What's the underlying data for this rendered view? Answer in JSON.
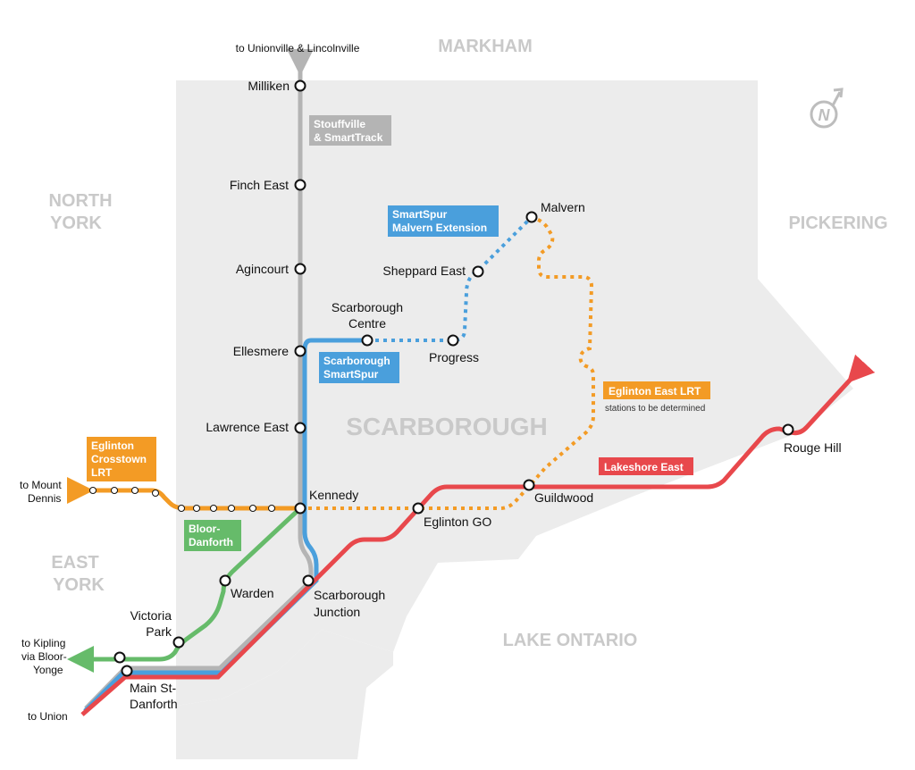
{
  "colors": {
    "land": "#ececec",
    "stouffville": "#b4b4b4",
    "smartspur": "#4a9fdc",
    "eglinton": "#f39b25",
    "bloor": "#66bb6a",
    "lakeshore": "#e8484c",
    "station_fill": "#ffffff",
    "station_stroke": "#111111"
  },
  "areas": {
    "markham": "MARKHAM",
    "north_york": [
      "NORTH",
      "YORK"
    ],
    "pickering": "PICKERING",
    "east_york": [
      "EAST",
      "YORK"
    ],
    "scarborough": "SCARBOROUGH",
    "lake_ontario": "LAKE ONTARIO"
  },
  "north_arrow": {
    "icon": "north-arrow-icon",
    "letter": "N"
  },
  "lines": {
    "stouffville": [
      "Stouffville",
      "& SmartTrack"
    ],
    "smartspur_malvern": [
      "SmartSpur",
      "Malvern Extension"
    ],
    "scarborough_smartspur": [
      "Scarborough",
      "SmartSpur"
    ],
    "eglinton_east": "Eglinton East LRT",
    "eglinton_east_note": "stations to be determined",
    "eglinton_crosstown": [
      "Eglinton",
      "Crosstown",
      "LRT"
    ],
    "bloor_danforth": [
      "Bloor-",
      "Danforth"
    ],
    "lakeshore_east": "Lakeshore East"
  },
  "destinations": {
    "unionville": "to Unionville & Lincolnville",
    "mount_dennis": [
      "to Mount",
      "Dennis"
    ],
    "kipling": [
      "to Kipling",
      "via Bloor-",
      "Yonge"
    ],
    "union": "to Union"
  },
  "stations": {
    "milliken": "Milliken",
    "finch_east": "Finch East",
    "agincourt": "Agincourt",
    "ellesmere": "Ellesmere",
    "lawrence_east": "Lawrence East",
    "kennedy": "Kennedy",
    "scarborough_centre": [
      "Scarborough",
      "Centre"
    ],
    "progress": "Progress",
    "sheppard_east": "Sheppard East",
    "malvern": "Malvern",
    "eglinton_go": "Eglinton GO",
    "guildwood": "Guildwood",
    "rouge_hill": "Rouge Hill",
    "warden": "Warden",
    "scarborough_junction": [
      "Scarborough",
      "Junction"
    ],
    "victoria_park": [
      "Victoria",
      "Park"
    ],
    "main_st_danforth": [
      "Main St-",
      "Danforth"
    ]
  }
}
